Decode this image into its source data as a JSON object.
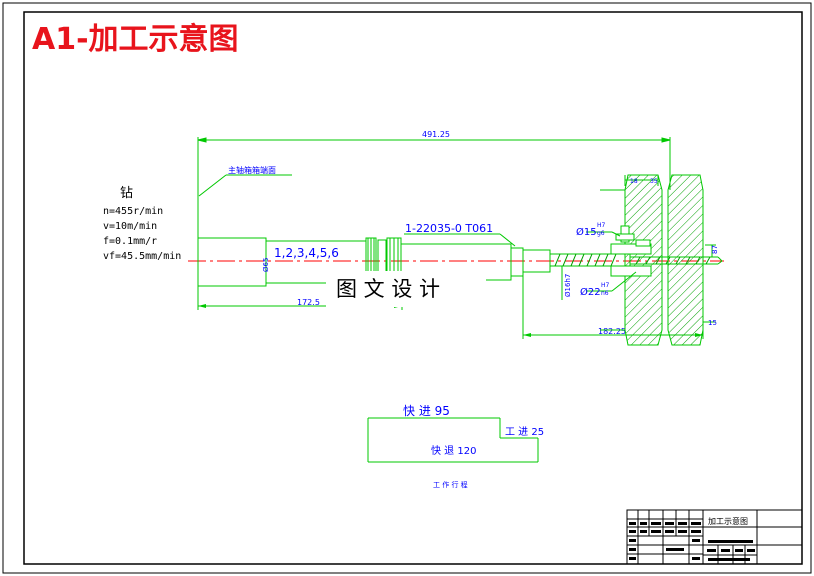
{
  "title": "A1-加工示意图",
  "drill": {
    "heading": "钻",
    "params": [
      "n=455r/min",
      "v=10m/min",
      "f=0.1mm/r",
      "vf=45.5mm/min"
    ]
  },
  "dimensions": {
    "overall": "491.25",
    "left": "172.5",
    "right": "182.25",
    "phi_left": "Ø65 ",
    "phi_small": "Ø16h7",
    "right_small": "15",
    "right_vertical": "87",
    "fit1_base": "Ø15",
    "fit1_upper": "H7",
    "fit1_lower": "g6",
    "fit2_base": "Ø22",
    "fit2_upper": "H7",
    "fit2_lower": "n6",
    "top_small_1": "18",
    "top_small_2": "35"
  },
  "labels": {
    "spindle_box": "主轴箱箱端面",
    "sequence": "1,2,3,4,5,6",
    "part_code": "1-22035-0  T061",
    "watermark": "图 文 设 计"
  },
  "stroke": {
    "fast_forward": "快 进 95",
    "work_feed": "工 进 25",
    "fast_return": "快 退 120",
    "caption": "工 作 行 程"
  },
  "title_block": {
    "drawing_name": "加工示意图"
  },
  "colors": {
    "frame": "#000000",
    "geometry": "#00c800",
    "text": "#0000ff",
    "centerline": "#ff0000",
    "hatch": "#00a000",
    "title": "#e8141c"
  }
}
